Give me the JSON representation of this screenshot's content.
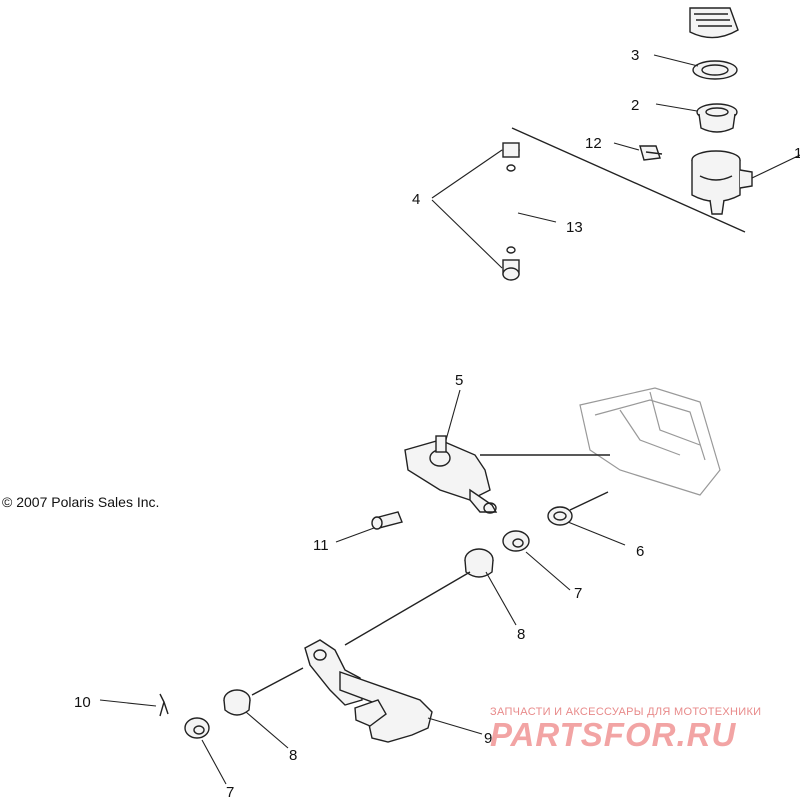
{
  "diagram": {
    "copyright": "© 2007 Polaris Sales Inc.",
    "callouts": [
      "3",
      "2",
      "12",
      "1",
      "4",
      "13",
      "5",
      "11",
      "6",
      "7",
      "8",
      "10",
      "8",
      "9",
      "7"
    ],
    "watermark": {
      "tagline": "ЗАПЧАСТИ И АКСЕССУАРЫ ДЛЯ МОТОТЕХНИКИ",
      "logo": "PARTSFOR.RU",
      "color": "#f2a4a4"
    }
  }
}
